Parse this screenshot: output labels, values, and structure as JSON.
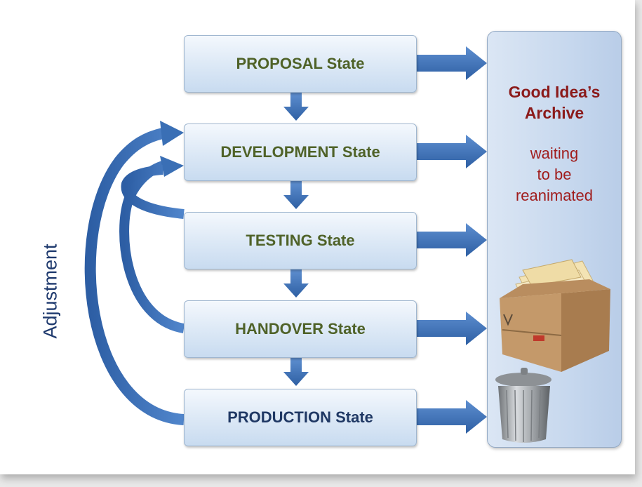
{
  "states": [
    {
      "label": "PROPOSAL State"
    },
    {
      "label": "DEVELOPMENT State"
    },
    {
      "label": "TESTING State"
    },
    {
      "label": "HANDOVER State"
    },
    {
      "label": "PRODUCTION State"
    }
  ],
  "archive": {
    "title_line1": "Good Idea’s",
    "title_line2": "Archive",
    "sub_line1": "waiting",
    "sub_line2": "to be",
    "sub_line3": "reanimated",
    "icons": [
      "box-of-folders-icon",
      "trash-can-icon"
    ]
  },
  "feedback_label": "Adjustment",
  "colors": {
    "arrow_blue": "#3a6fb5",
    "state_text_green": "#4f6228",
    "production_text_navy": "#1f3864",
    "archive_text_red": "#8b1a1a"
  }
}
